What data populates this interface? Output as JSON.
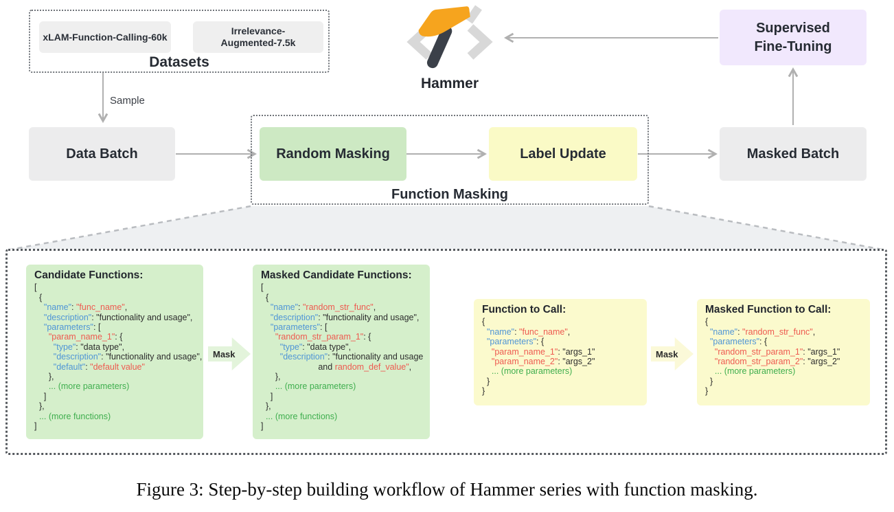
{
  "datasets": {
    "label": "Datasets",
    "items": [
      "xLAM-Function-Calling-60k",
      "Irrelevance-Augmented-7.5k"
    ]
  },
  "labels": {
    "sample": "Sample",
    "hammer": "Hammer",
    "function_masking": "Function Masking",
    "mask": "Mask"
  },
  "nodes": {
    "data_batch": "Data Batch",
    "random_masking": "Random Masking",
    "label_update": "Label Update",
    "masked_batch": "Masked Batch",
    "sft": "Supervised Fine-Tuning"
  },
  "code_panels": {
    "candidate": {
      "title": "Candidate Functions:",
      "lines": [
        [
          [
            "p",
            "["
          ]
        ],
        [
          [
            "p",
            "  {"
          ]
        ],
        [
          [
            "k",
            "    \"name\""
          ],
          [
            "p",
            ": "
          ],
          [
            "v",
            "\"func_name\""
          ],
          [
            "p",
            ","
          ]
        ],
        [
          [
            "k",
            "    \"description\""
          ],
          [
            "p",
            ": "
          ],
          [
            "s",
            "\"functionality and usage\""
          ],
          [
            "p",
            ","
          ]
        ],
        [
          [
            "k",
            "    \"parameters\""
          ],
          [
            "p",
            ": ["
          ]
        ],
        [
          [
            "v",
            "      \"param_name_1\""
          ],
          [
            "p",
            ": {"
          ]
        ],
        [
          [
            "k",
            "        \"type\""
          ],
          [
            "p",
            ": "
          ],
          [
            "s",
            "\"data type\""
          ],
          [
            "p",
            ","
          ]
        ],
        [
          [
            "k",
            "        \"description\""
          ],
          [
            "p",
            ": "
          ],
          [
            "s",
            "\"functionality and usage\""
          ],
          [
            "p",
            ","
          ]
        ],
        [
          [
            "k",
            "        \"default\""
          ],
          [
            "p",
            ": "
          ],
          [
            "v",
            "\"default value\""
          ]
        ],
        [
          [
            "p",
            "      },"
          ]
        ],
        [
          [
            "g",
            "      ... (more parameters)"
          ]
        ],
        [
          [
            "p",
            "    ]"
          ]
        ],
        [
          [
            "p",
            "  },"
          ]
        ],
        [
          [
            "g",
            "  ... (more functions)"
          ]
        ],
        [
          [
            "p",
            "]"
          ]
        ]
      ]
    },
    "masked_candidate": {
      "title": "Masked Candidate Functions:",
      "lines": [
        [
          [
            "p",
            "["
          ]
        ],
        [
          [
            "p",
            "  {"
          ]
        ],
        [
          [
            "k",
            "    \"name\""
          ],
          [
            "p",
            ": "
          ],
          [
            "v",
            "\"random_str_func\""
          ],
          [
            "p",
            ","
          ]
        ],
        [
          [
            "k",
            "    \"description\""
          ],
          [
            "p",
            ": "
          ],
          [
            "s",
            "\"functionality and usage\""
          ],
          [
            "p",
            ","
          ]
        ],
        [
          [
            "k",
            "    \"parameters\""
          ],
          [
            "p",
            ": ["
          ]
        ],
        [
          [
            "v",
            "      \"random_str_param_1\""
          ],
          [
            "p",
            ": {"
          ]
        ],
        [
          [
            "k",
            "        \"type\""
          ],
          [
            "p",
            ": "
          ],
          [
            "s",
            "\"data type\""
          ],
          [
            "p",
            ","
          ]
        ],
        [
          [
            "k",
            "        \"description\""
          ],
          [
            "p",
            ": "
          ],
          [
            "s",
            "\"functionality and usage"
          ]
        ],
        [
          [
            "s",
            "                        and "
          ],
          [
            "v",
            "random_def_value\""
          ],
          [
            "p",
            ","
          ]
        ],
        [
          [
            "p",
            "      },"
          ]
        ],
        [
          [
            "g",
            "      ... (more parameters)"
          ]
        ],
        [
          [
            "p",
            "    ]"
          ]
        ],
        [
          [
            "p",
            "  },"
          ]
        ],
        [
          [
            "g",
            "  ... (more functions)"
          ]
        ],
        [
          [
            "p",
            "]"
          ]
        ]
      ]
    },
    "call": {
      "title": "Function to Call:",
      "lines": [
        [
          [
            "p",
            "{"
          ]
        ],
        [
          [
            "k",
            "  \"name\""
          ],
          [
            "p",
            ": "
          ],
          [
            "v",
            "\"func_name\""
          ],
          [
            "p",
            ","
          ]
        ],
        [
          [
            "k",
            "  \"parameters\""
          ],
          [
            "p",
            ": {"
          ]
        ],
        [
          [
            "v",
            "    \"param_name_1\""
          ],
          [
            "p",
            ": "
          ],
          [
            "s",
            "\"args_1\""
          ]
        ],
        [
          [
            "v",
            "    \"param_name_2\""
          ],
          [
            "p",
            ": "
          ],
          [
            "s",
            "\"args_2\""
          ]
        ],
        [
          [
            "g",
            "    ... (more parameters)"
          ]
        ],
        [
          [
            "p",
            "  }"
          ]
        ],
        [
          [
            "p",
            "}"
          ]
        ]
      ]
    },
    "masked_call": {
      "title": "Masked Function to Call:",
      "lines": [
        [
          [
            "p",
            "{"
          ]
        ],
        [
          [
            "k",
            "  \"name\""
          ],
          [
            "p",
            ": "
          ],
          [
            "v",
            "\"random_str_func\""
          ],
          [
            "p",
            ","
          ]
        ],
        [
          [
            "k",
            "  \"parameters\""
          ],
          [
            "p",
            ": {"
          ]
        ],
        [
          [
            "v",
            "    \"random_str_param_1\""
          ],
          [
            "p",
            ": "
          ],
          [
            "s",
            "\"args_1\""
          ]
        ],
        [
          [
            "v",
            "    \"random_str_param_2\""
          ],
          [
            "p",
            ": "
          ],
          [
            "s",
            "\"args_2\""
          ]
        ],
        [
          [
            "g",
            "    ... (more parameters)"
          ]
        ],
        [
          [
            "p",
            "  }"
          ]
        ],
        [
          [
            "p",
            "}"
          ]
        ]
      ]
    }
  },
  "caption": "Figure 3: Step-by-step building workflow of Hammer series with function masking.",
  "colors": {
    "node_gray": "#ececed",
    "node_green": "#cde9c3",
    "node_yellow": "#fafac6",
    "node_purple": "#f1e8fd",
    "code_panel_green": "#d5efcb",
    "code_panel_yellow": "#fbfacd",
    "mask_arrow_green": "#e3f4db",
    "mask_arrow_yellow": "#fbf9d8",
    "arrow_gray": "#b0b0b0",
    "json_key_blue": "#4f95d6",
    "json_value_red": "#ee5a50",
    "json_comment_green": "#3fae4e",
    "hammer_orange": "#f6a41e",
    "hammer_handle_dark": "#3b4049",
    "funnel_gray": "#eef0f2"
  }
}
